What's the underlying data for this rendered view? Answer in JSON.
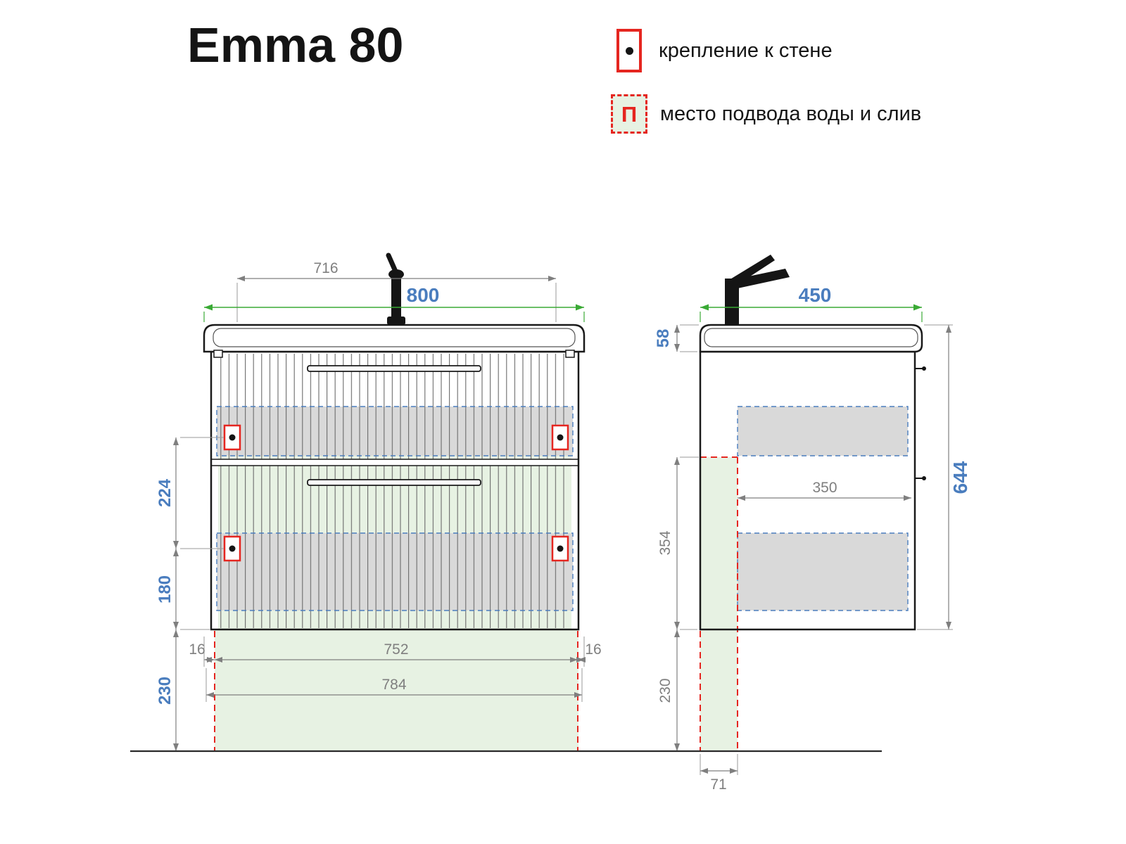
{
  "title": "Emma 80",
  "legend": {
    "items": [
      {
        "icon": "wall-mount-icon",
        "label": "крепление к стене"
      },
      {
        "icon": "water-supply-icon",
        "symbol": "П",
        "label": "место подвода воды и слив"
      }
    ]
  },
  "front_view": {
    "dims": {
      "basin_width": "716",
      "total_width": "800",
      "mount_spacing": "224",
      "mount_to_bottom": "180",
      "bottom_to_floor": "230",
      "left_offset": "16",
      "drain_zone_width": "752",
      "right_offset": "16",
      "outer_width": "784"
    }
  },
  "side_view": {
    "dims": {
      "depth": "450",
      "countertop_height": "58",
      "total_height": "644",
      "inner_depth": "350",
      "mount_height": "354",
      "bottom_to_floor": "230",
      "wall_offset": "71"
    }
  },
  "colors": {
    "accent_red": "#e52620",
    "dim_green": "#3aaa35",
    "dim_blue": "#4a7dbe",
    "dim_gray": "#7f7f7f",
    "zone_green": "#e7f2e3",
    "zone_gray": "#d9d9d9"
  }
}
